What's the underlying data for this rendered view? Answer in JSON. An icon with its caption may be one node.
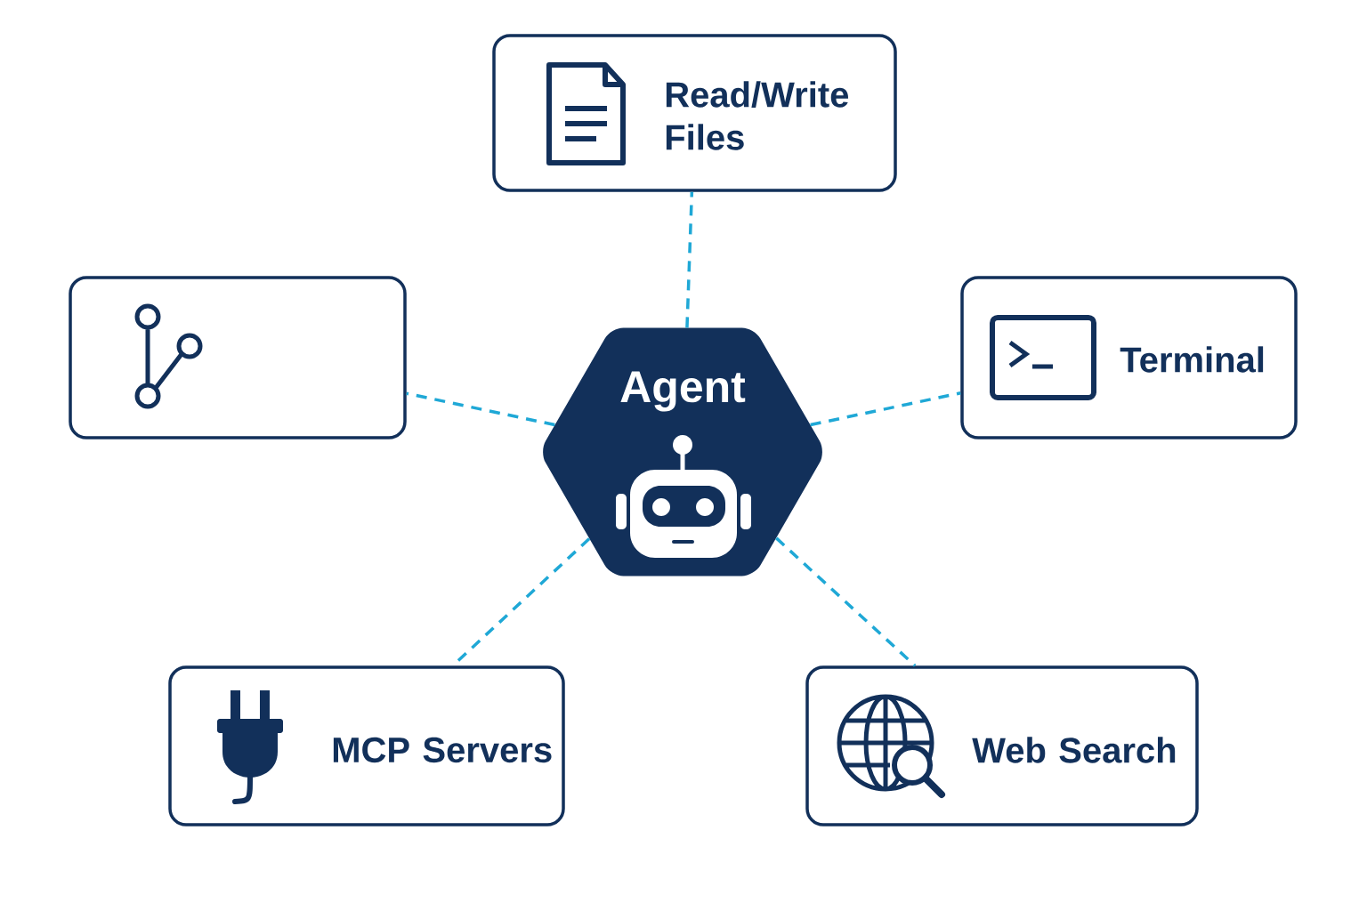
{
  "diagram": {
    "nodes": [
      {
        "text": [
          "Read/Write Files"
        ]
      },
      {
        "text": [],
        "shape": "box"
      },
      {
        "text": [
          "Agent"
        ]
      },
      {
        "text": [
          "Terminal"
        ]
      },
      {
        "text": [
          "MCP Servers"
        ]
      },
      {
        "text": [
          "Web Search"
        ]
      }
    ],
    "edges": [
      {
        "from": 2,
        "to": 0,
        "arrow": "none",
        "style": "dashed",
        "color": "#1fa8d6"
      },
      {
        "from": 2,
        "to": 1,
        "arrow": "none",
        "style": "dashed",
        "color": "#1fa8d6"
      },
      {
        "from": 2,
        "to": 3,
        "arrow": "none",
        "style": "dashed",
        "color": "#1fa8d6"
      },
      {
        "from": 2,
        "to": 4,
        "arrow": "none",
        "style": "dashed",
        "color": "#1fa8d6"
      },
      {
        "from": 2,
        "to": 5,
        "arrow": "none",
        "style": "dashed",
        "color": "#1fa8d6"
      }
    ]
  }
}
